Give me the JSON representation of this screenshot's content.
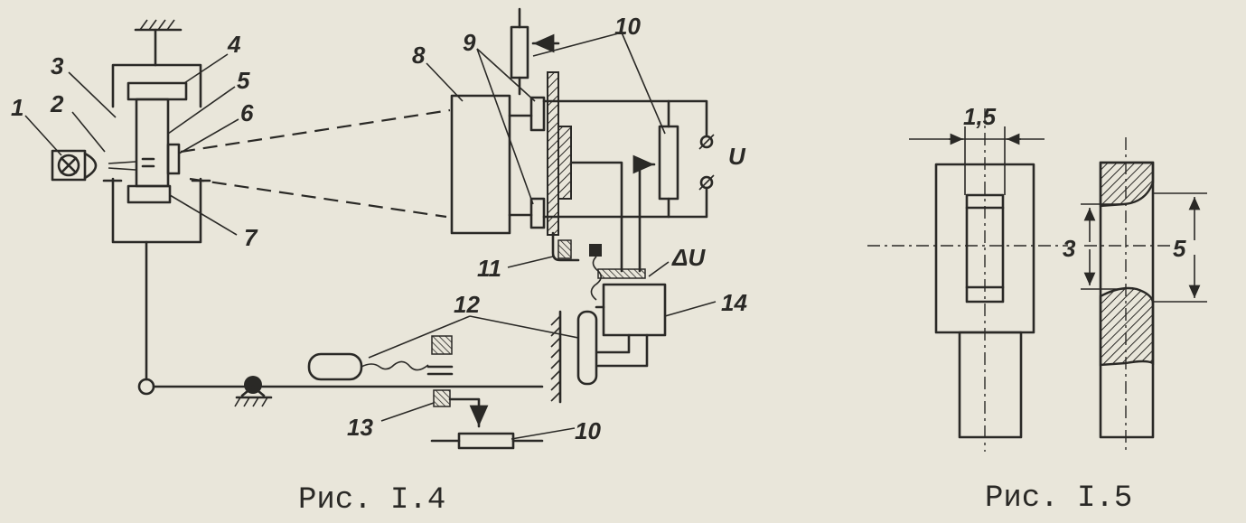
{
  "figure4": {
    "caption": "Рис. I.4",
    "labels": {
      "n1": "1",
      "n2": "2",
      "n3": "3",
      "n4": "4",
      "n5": "5",
      "n6": "6",
      "n7": "7",
      "n8": "8",
      "n9": "9",
      "n10a": "10",
      "n10b": "10",
      "n11": "11",
      "n12": "12",
      "n13": "13",
      "n14": "14",
      "u": "U",
      "du": "ΔU"
    }
  },
  "figure5": {
    "caption": "Рис. I.5",
    "dim_width": "1,5",
    "dim_inner": "3",
    "dim_outer": "5"
  },
  "colors": {
    "paper": "#e9e6da",
    "ink": "#2a2926"
  }
}
